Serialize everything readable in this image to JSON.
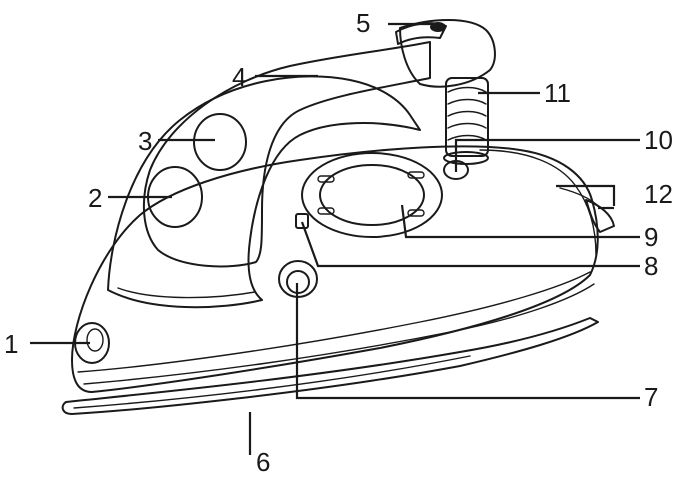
{
  "figure": {
    "subject": "travel-iron-parts",
    "colors": {
      "body": "#ffffff",
      "buttons": "#d9d9d9",
      "outline": "#1a1a1a",
      "shading": "#bdbdbd"
    }
  },
  "callouts": [
    {
      "id": "1",
      "label": "1"
    },
    {
      "id": "2",
      "label": "2"
    },
    {
      "id": "3",
      "label": "3"
    },
    {
      "id": "4",
      "label": "4"
    },
    {
      "id": "5",
      "label": "5"
    },
    {
      "id": "6",
      "label": "6"
    },
    {
      "id": "7",
      "label": "7"
    },
    {
      "id": "8",
      "label": "8"
    },
    {
      "id": "9",
      "label": "9"
    },
    {
      "id": "10",
      "label": "10"
    },
    {
      "id": "11",
      "label": "11"
    },
    {
      "id": "12",
      "label": "12"
    }
  ]
}
